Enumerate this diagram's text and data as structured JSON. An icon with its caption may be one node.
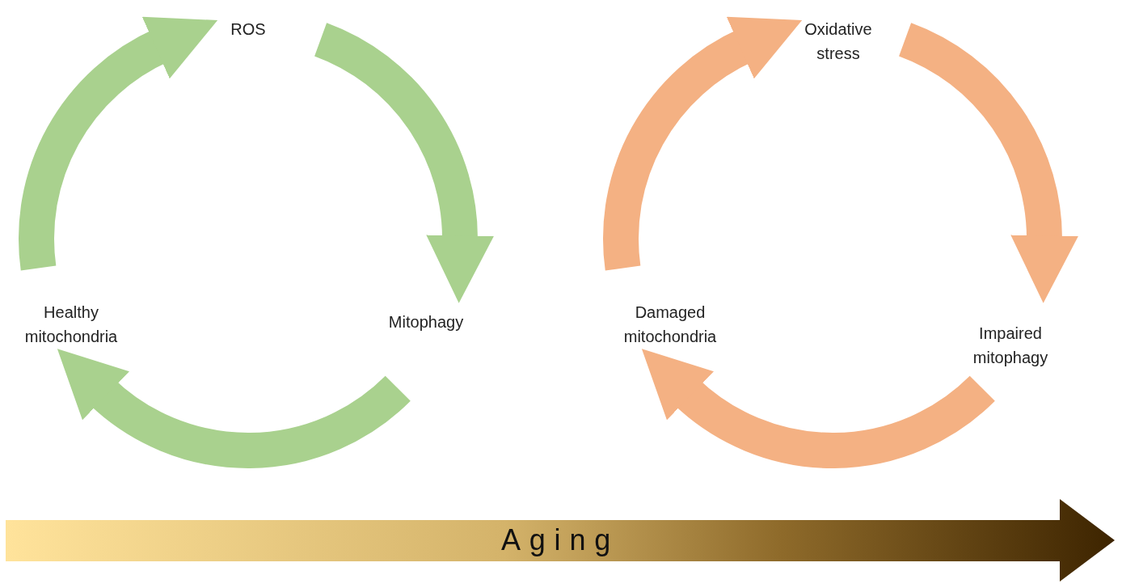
{
  "diagram": {
    "nodes": [
      {
        "text": [
          "ROS"
        ]
      },
      {
        "text": [
          "Mitophagy"
        ]
      },
      {
        "text": [
          "Healthy mitochondria"
        ]
      },
      {
        "text": [
          "Oxidative stress"
        ]
      },
      {
        "text": [
          "Impaired mitophagy"
        ]
      },
      {
        "text": [
          "Damaged mitochondria"
        ]
      },
      {
        "text": [
          "Aging"
        ]
      }
    ],
    "edges": [
      {
        "from": 2,
        "to": 0,
        "arrow": "to",
        "color": "#a9d18e"
      },
      {
        "from": 0,
        "to": 1,
        "arrow": "to",
        "color": "#a9d18e"
      },
      {
        "from": 1,
        "to": 2,
        "arrow": "to",
        "color": "#a9d18e"
      },
      {
        "from": 5,
        "to": 3,
        "arrow": "to",
        "color": "#f4b183"
      },
      {
        "from": 3,
        "to": 4,
        "arrow": "to",
        "color": "#f4b183"
      },
      {
        "from": 4,
        "to": 5,
        "arrow": "to",
        "color": "#f4b183"
      }
    ]
  }
}
